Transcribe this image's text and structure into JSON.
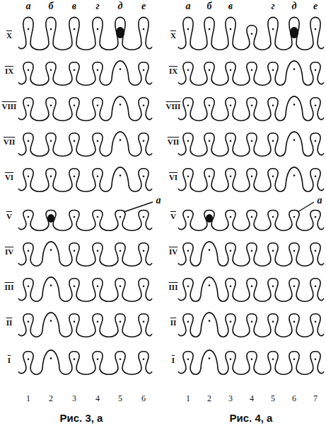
{
  "diagram": {
    "labels": [
      "а",
      "б",
      "в",
      "г",
      "д",
      "е",
      "X",
      "IX",
      "VIII",
      "VII",
      "VI",
      "V",
      "IV",
      "III",
      "II",
      "I",
      "1",
      "2",
      "3",
      "4",
      "5",
      "6",
      "а",
      "Рис. 3, а",
      "а",
      "б",
      "в",
      "г",
      "д",
      "е",
      "X",
      "IX",
      "VIII",
      "VII",
      "VI",
      "V",
      "IV",
      "III",
      "II",
      "I",
      "1",
      "2",
      "3",
      "4",
      "5",
      "6",
      "7",
      "а",
      "Рис. 4, а"
    ]
  }
}
